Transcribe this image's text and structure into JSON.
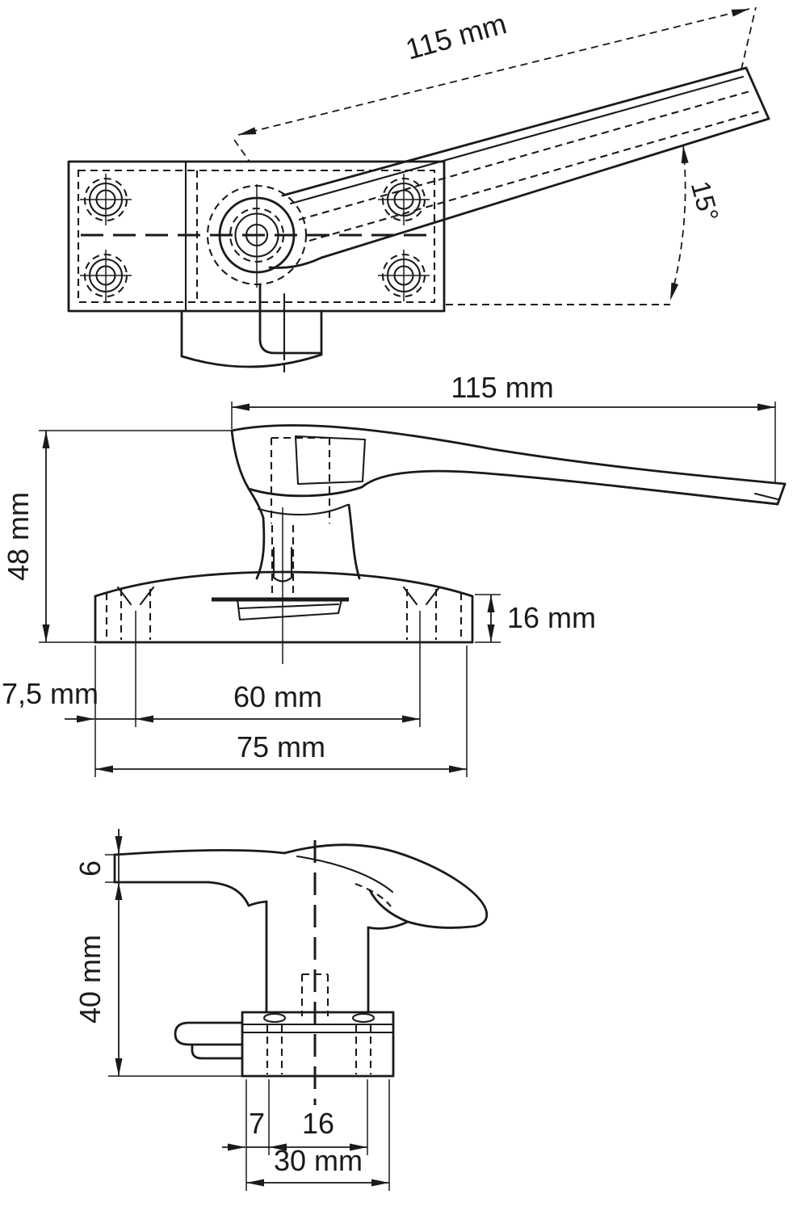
{
  "drawing": {
    "colors": {
      "line": "#1a1a1a",
      "background": "#ffffff"
    },
    "views": {
      "top": {
        "length": "115 mm",
        "angle": "15°"
      },
      "side": {
        "length": "115 mm",
        "height": "48 mm",
        "base_height": "16 mm",
        "edge_offset": "7,5 mm",
        "hole_spacing": "60 mm",
        "base_width": "75 mm"
      },
      "front": {
        "lever_thickness": "6",
        "height": "40 mm",
        "edge_offset": "7",
        "spindle_offset": "16",
        "base_width": "30 mm"
      }
    }
  }
}
